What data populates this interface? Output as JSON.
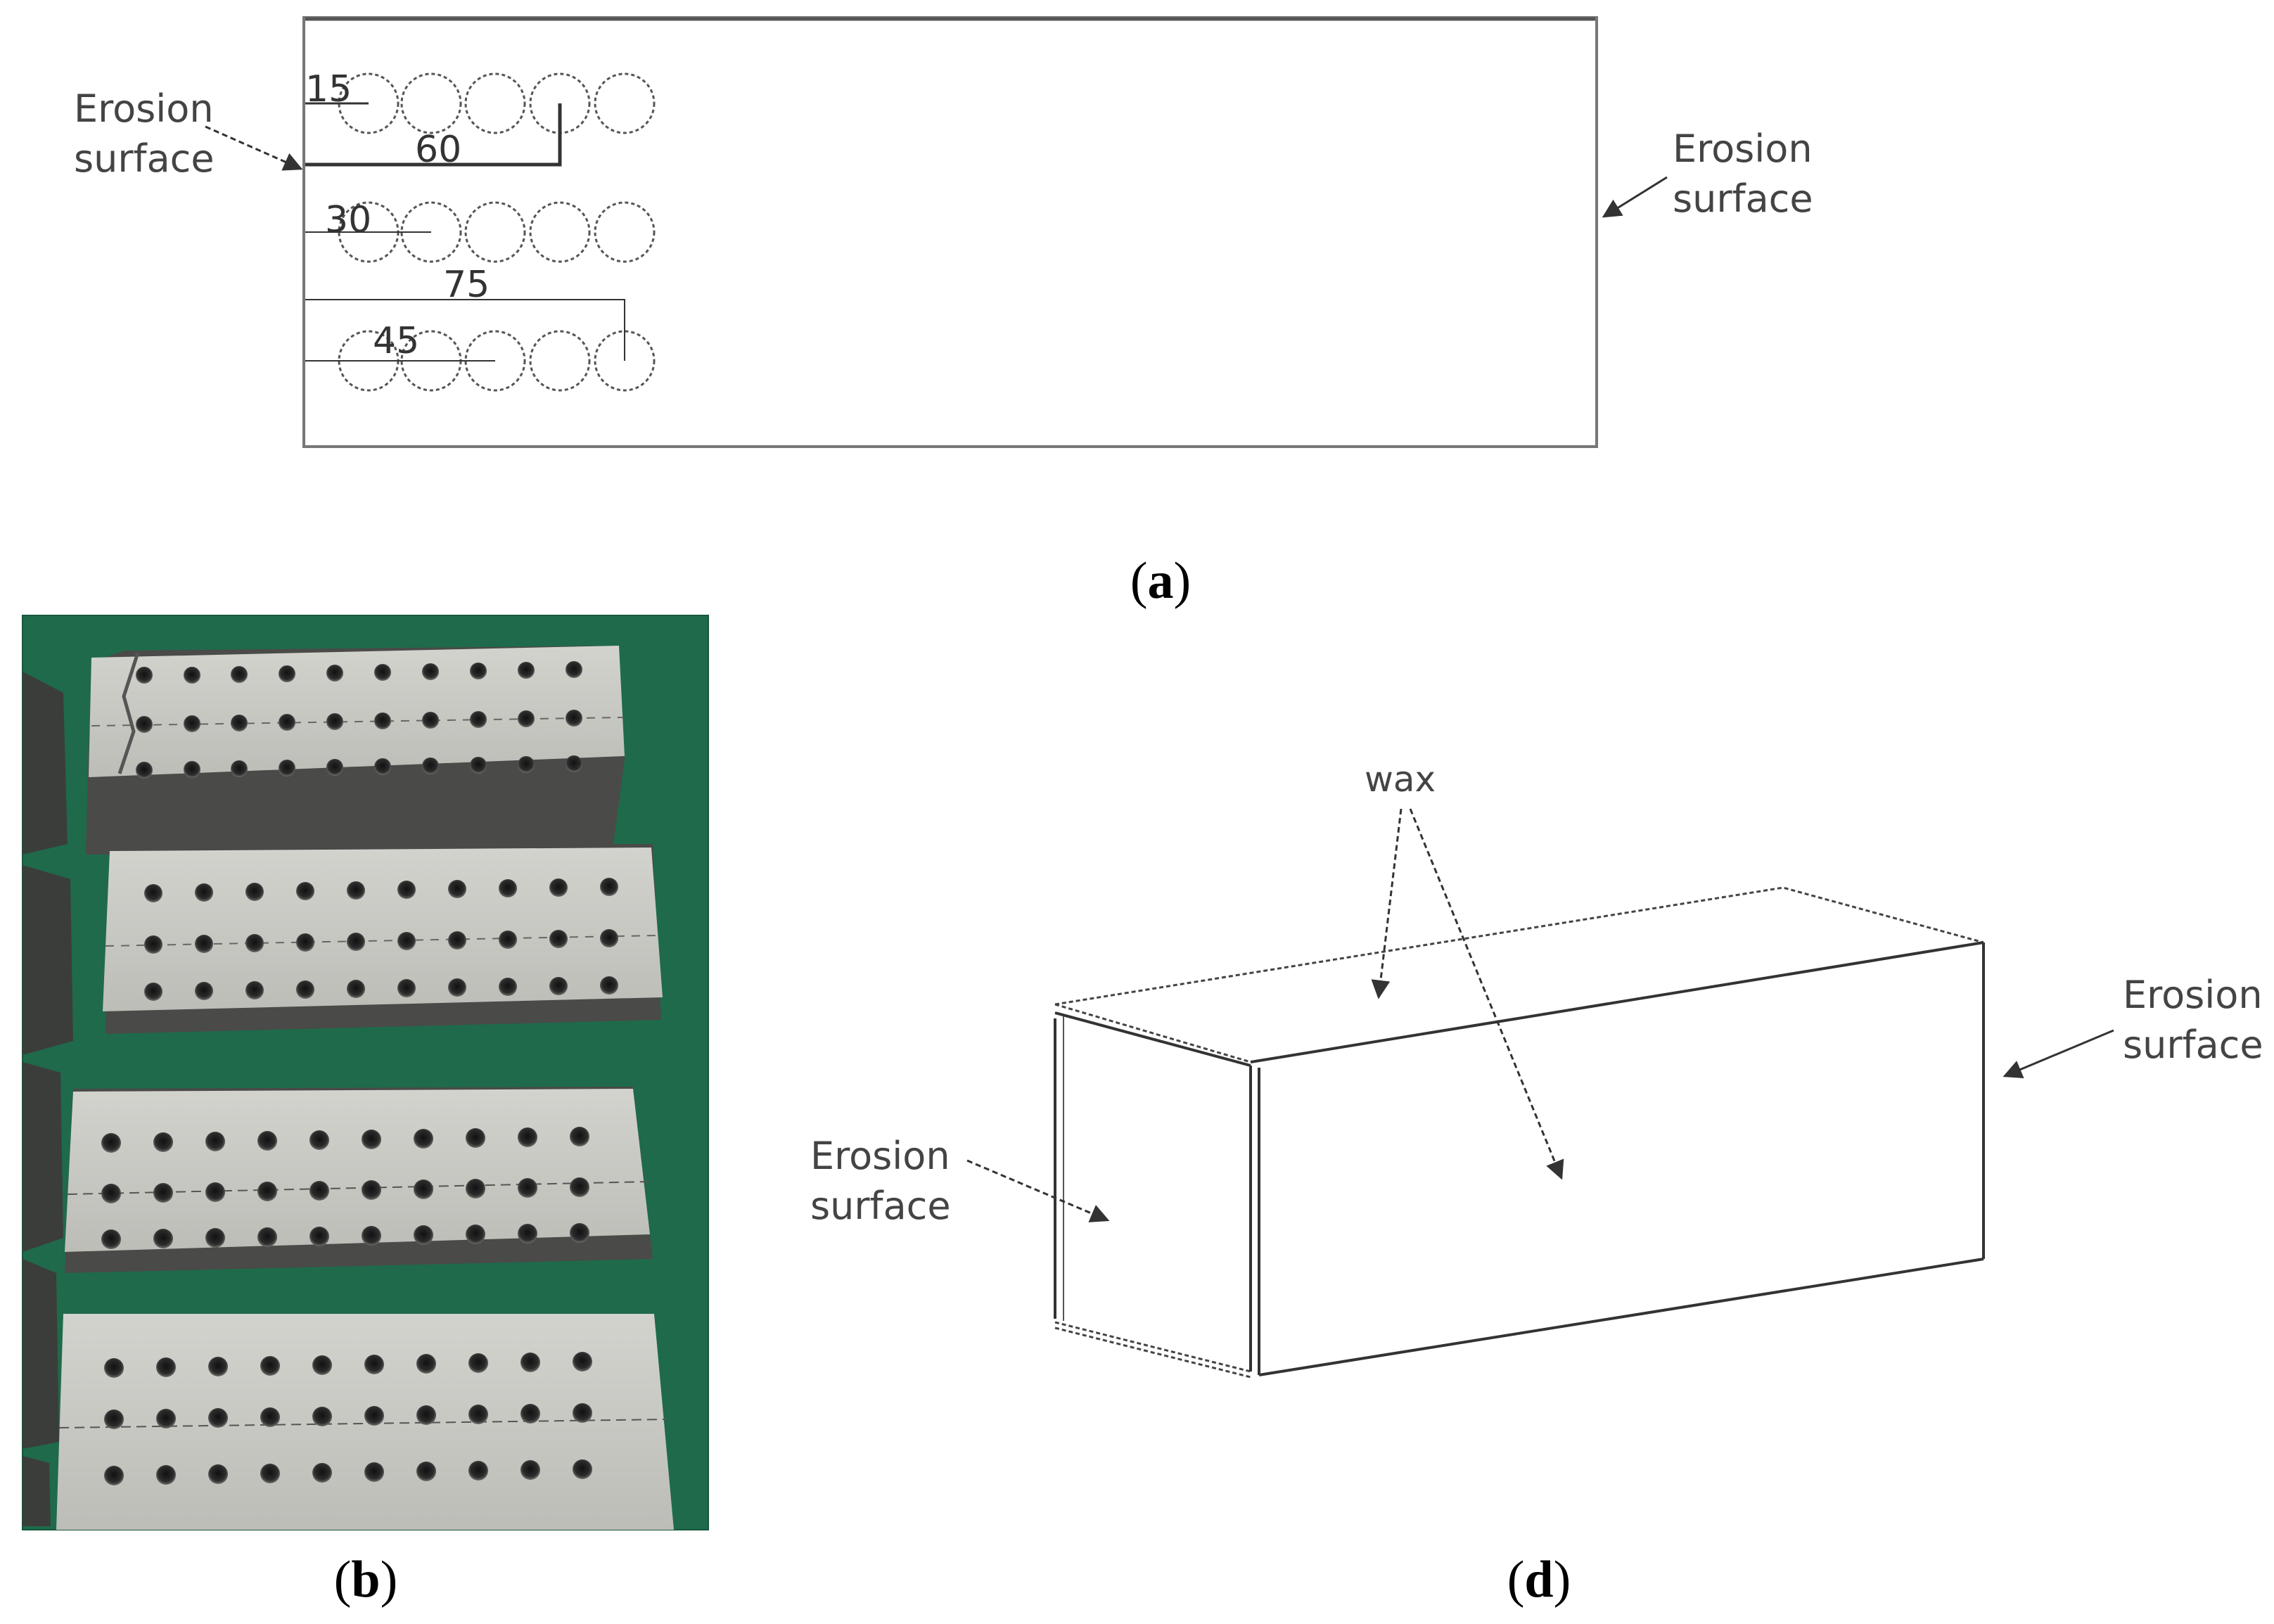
{
  "panel_a": {
    "left_label": [
      "Erosion",
      "surface"
    ],
    "right_label": [
      "Erosion",
      "surface"
    ],
    "dims": {
      "d15": "15",
      "d30": "30",
      "d45": "45",
      "d60": "60",
      "d75": "75"
    },
    "caption_letter": "a"
  },
  "panel_b": {
    "caption_letter": "b"
  },
  "panel_d": {
    "wax_label": "wax",
    "left_label": [
      "Erosion",
      "surface"
    ],
    "right_label": [
      "Erosion",
      "surface"
    ],
    "caption_letter": "d"
  },
  "colors": {
    "green_mat": "#1f6a4b",
    "concrete": "#c9c9c4",
    "hole": "#2a2a2a"
  }
}
